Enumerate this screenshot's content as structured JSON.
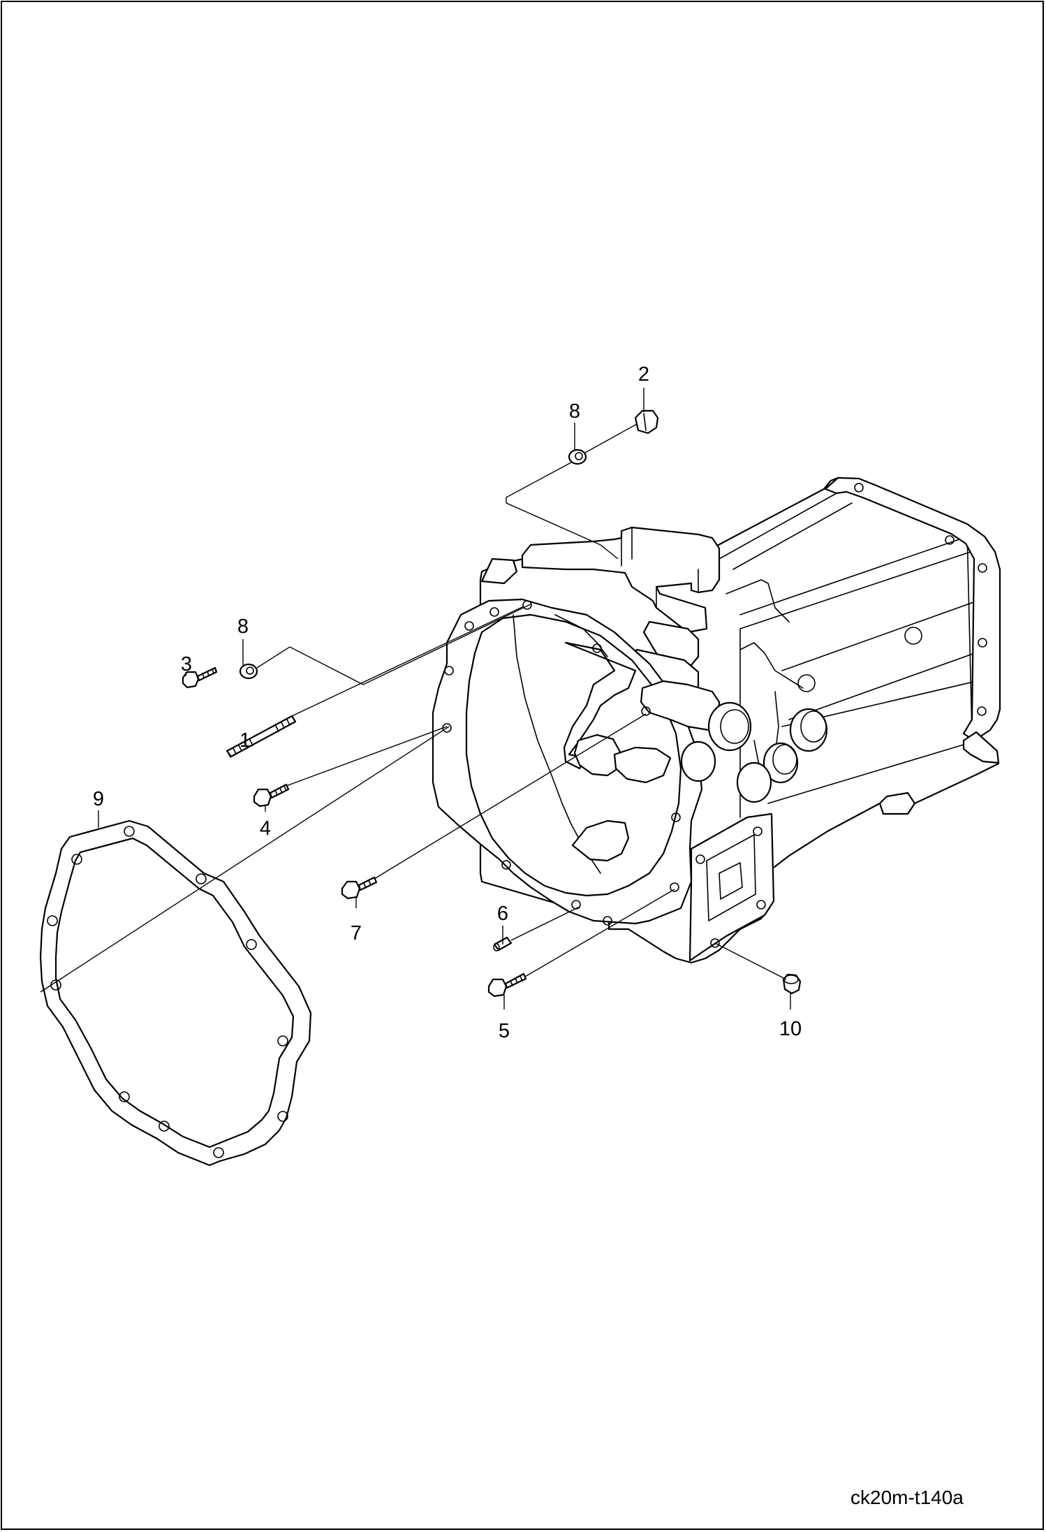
{
  "drawing": {
    "code": "ck20m-t140a",
    "callouts": [
      {
        "id": "c1",
        "label": "1",
        "part": "stud"
      },
      {
        "id": "c2",
        "label": "2",
        "part": "nut"
      },
      {
        "id": "c3",
        "label": "3",
        "part": "bolt"
      },
      {
        "id": "c4",
        "label": "4",
        "part": "bolt"
      },
      {
        "id": "c5",
        "label": "5",
        "part": "bolt"
      },
      {
        "id": "c6",
        "label": "6",
        "part": "dowel-pin"
      },
      {
        "id": "c7",
        "label": "7",
        "part": "bolt"
      },
      {
        "id": "c8a",
        "label": "8",
        "part": "washer"
      },
      {
        "id": "c8b",
        "label": "8",
        "part": "washer"
      },
      {
        "id": "c9",
        "label": "9",
        "part": "gasket"
      },
      {
        "id": "c10",
        "label": "10",
        "part": "plug"
      }
    ],
    "colors": {
      "line": "#000000",
      "background": "#ffffff"
    }
  }
}
